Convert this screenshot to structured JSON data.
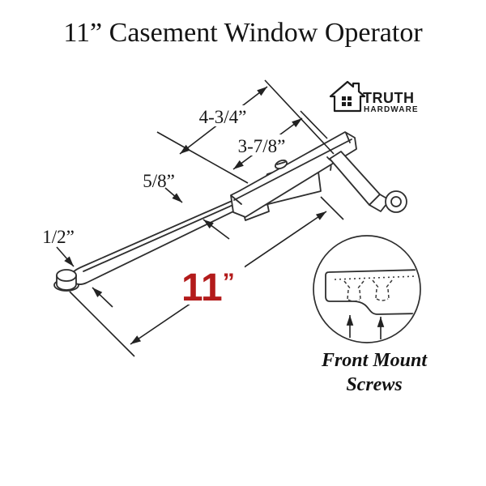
{
  "page": {
    "title": "11” Casement Window Operator"
  },
  "logo": {
    "brand": "TRUTH",
    "subbrand": "HARDWARE",
    "icon": "house-window-icon"
  },
  "diagram": {
    "dimensions": {
      "track_length": {
        "label": "4-3/4”"
      },
      "hub_distance": {
        "label": "3-7/8”"
      },
      "arm_width": {
        "label": "5/8”"
      },
      "stud_size": {
        "label": "1/2”"
      },
      "arm_length": {
        "value": "11",
        "unit": "”",
        "color": "#b31b1b"
      }
    },
    "detail": {
      "caption_line1": "Front Mount",
      "caption_line2": "Screws"
    }
  },
  "colors": {
    "line": "#2e2e2e",
    "text": "#141414",
    "accent_red": "#b31b1b",
    "background": "#ffffff"
  }
}
